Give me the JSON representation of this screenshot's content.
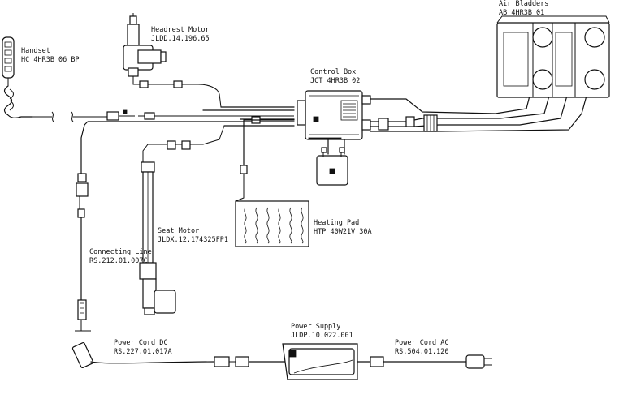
{
  "components": {
    "handset": {
      "name": "Handset",
      "code": "HC 4HR3B 06 BP"
    },
    "headrest_motor": {
      "name": "Headrest Motor",
      "code": "JLDD.14.196.65"
    },
    "control_box": {
      "name": "Control Box",
      "code": "JCT 4HR3B 02"
    },
    "air_bladders": {
      "name": "Air Bladders",
      "code": "AB 4HR3B 01"
    },
    "heating_pad": {
      "name": "Heating Pad",
      "code": "HTP 40W21V 30A"
    },
    "seat_motor": {
      "name": "Seat Motor",
      "code": "JLDX.12.174325FP1"
    },
    "connecting_line": {
      "name": "Connecting Line",
      "code": "RS.212.01.007C"
    },
    "power_supply": {
      "name": "Power Supply",
      "code": "JLDP.10.022.001"
    },
    "power_cord_dc": {
      "name": "Power Cord DC",
      "code": "RS.227.01.017A"
    },
    "power_cord_ac": {
      "name": "Power Cord AC",
      "code": "RS.504.01.120"
    }
  }
}
